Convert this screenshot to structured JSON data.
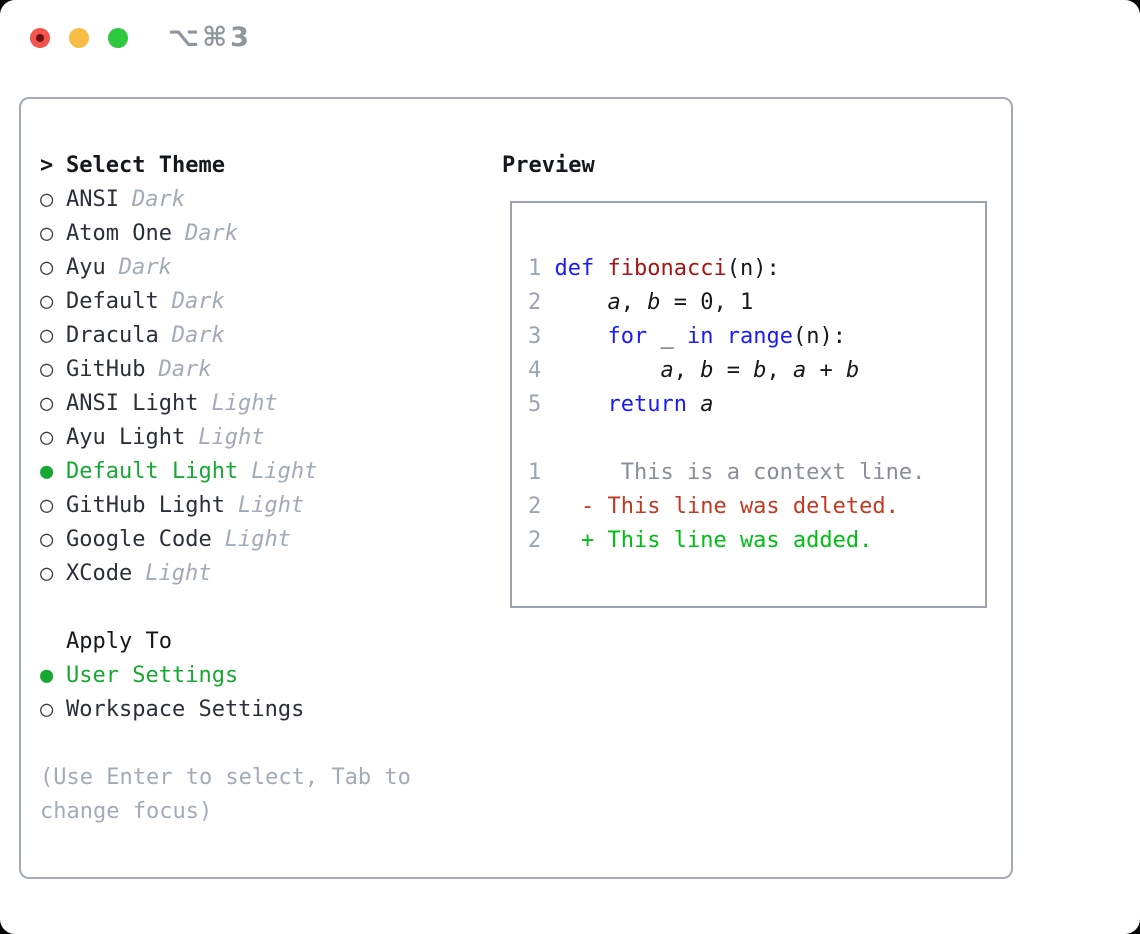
{
  "window": {
    "shortcut_label": "⌥⌘3"
  },
  "theme_list": {
    "header": {
      "marker": ">",
      "label": "Select Theme"
    },
    "items": [
      {
        "marker": "○",
        "name": "ANSI",
        "variant": "Dark",
        "selected": false
      },
      {
        "marker": "○",
        "name": "Atom One",
        "variant": "Dark",
        "selected": false
      },
      {
        "marker": "○",
        "name": "Ayu",
        "variant": "Dark",
        "selected": false
      },
      {
        "marker": "○",
        "name": "Default",
        "variant": "Dark",
        "selected": false
      },
      {
        "marker": "○",
        "name": "Dracula",
        "variant": "Dark",
        "selected": false
      },
      {
        "marker": "○",
        "name": "GitHub",
        "variant": "Dark",
        "selected": false
      },
      {
        "marker": "○",
        "name": "ANSI Light",
        "variant": "Light",
        "selected": false
      },
      {
        "marker": "○",
        "name": "Ayu Light",
        "variant": "Light",
        "selected": false
      },
      {
        "marker": "●",
        "name": "Default Light",
        "variant": "Light",
        "selected": true
      },
      {
        "marker": "○",
        "name": "GitHub Light",
        "variant": "Light",
        "selected": false
      },
      {
        "marker": "○",
        "name": "Google Code",
        "variant": "Light",
        "selected": false
      },
      {
        "marker": "○",
        "name": "XCode",
        "variant": "Light",
        "selected": false
      }
    ]
  },
  "apply_to": {
    "label": "Apply To",
    "options": [
      {
        "marker": "●",
        "name": "User Settings",
        "selected": true
      },
      {
        "marker": "○",
        "name": "Workspace Settings",
        "selected": false
      }
    ]
  },
  "footer": {
    "hint_lines": [
      "(Use Enter to select, Tab to",
      "change focus)"
    ]
  },
  "preview": {
    "label": "Preview",
    "lines": [
      {
        "segments": [
          {
            "t": "num",
            "x": "1"
          },
          {
            "t": "plain",
            "x": " "
          },
          {
            "t": "kw",
            "x": "def"
          },
          {
            "t": "plain",
            "x": " "
          },
          {
            "t": "fn",
            "x": "fibonacci"
          },
          {
            "t": "plain",
            "x": "(n):"
          }
        ]
      },
      {
        "segments": [
          {
            "t": "num",
            "x": "2"
          },
          {
            "t": "plain",
            "x": "     "
          },
          {
            "t": "var",
            "x": "a"
          },
          {
            "t": "plain",
            "x": ", "
          },
          {
            "t": "var",
            "x": "b"
          },
          {
            "t": "plain",
            "x": " = 0, 1"
          }
        ]
      },
      {
        "segments": [
          {
            "t": "num",
            "x": "3"
          },
          {
            "t": "plain",
            "x": "     "
          },
          {
            "t": "kw",
            "x": "for"
          },
          {
            "t": "plain",
            "x": " _ "
          },
          {
            "t": "kw",
            "x": "in"
          },
          {
            "t": "plain",
            "x": " "
          },
          {
            "t": "kw",
            "x": "range"
          },
          {
            "t": "plain",
            "x": "(n):"
          }
        ]
      },
      {
        "segments": [
          {
            "t": "num",
            "x": "4"
          },
          {
            "t": "plain",
            "x": "         "
          },
          {
            "t": "var",
            "x": "a"
          },
          {
            "t": "plain",
            "x": ", "
          },
          {
            "t": "var",
            "x": "b"
          },
          {
            "t": "plain",
            "x": " = "
          },
          {
            "t": "var",
            "x": "b"
          },
          {
            "t": "plain",
            "x": ", "
          },
          {
            "t": "var",
            "x": "a"
          },
          {
            "t": "plain",
            "x": " + "
          },
          {
            "t": "var",
            "x": "b"
          }
        ]
      },
      {
        "segments": [
          {
            "t": "num",
            "x": "5"
          },
          {
            "t": "plain",
            "x": "     "
          },
          {
            "t": "kw",
            "x": "return"
          },
          {
            "t": "plain",
            "x": " "
          },
          {
            "t": "var",
            "x": "a"
          }
        ]
      },
      {
        "segments": []
      },
      {
        "segments": [
          {
            "t": "num",
            "x": "1"
          },
          {
            "t": "plain",
            "x": "      "
          },
          {
            "t": "ctx",
            "x": "This is a context line."
          }
        ]
      },
      {
        "segments": [
          {
            "t": "num",
            "x": "2"
          },
          {
            "t": "plain",
            "x": "   "
          },
          {
            "t": "del",
            "x": "- This line was deleted."
          }
        ]
      },
      {
        "segments": [
          {
            "t": "num",
            "x": "2"
          },
          {
            "t": "plain",
            "x": "   "
          },
          {
            "t": "add",
            "x": "+ This line was added."
          }
        ]
      }
    ]
  },
  "colors": {
    "accent_green": "#17a834",
    "added_green": "#00be14",
    "deleted_red": "#c23a22",
    "keyword_blue": "#1a1aff",
    "function_red": "#a81414",
    "muted_gray": "#a2abb8",
    "line_number_gray": "#9aa5b2",
    "context_gray": "#8a8e96",
    "text_dark": "#2b2f38",
    "panel_border_gray": "#a4abb4",
    "traffic_red": "#f0544c",
    "traffic_yellow": "#f8bd45",
    "traffic_green": "#2dc83d"
  }
}
